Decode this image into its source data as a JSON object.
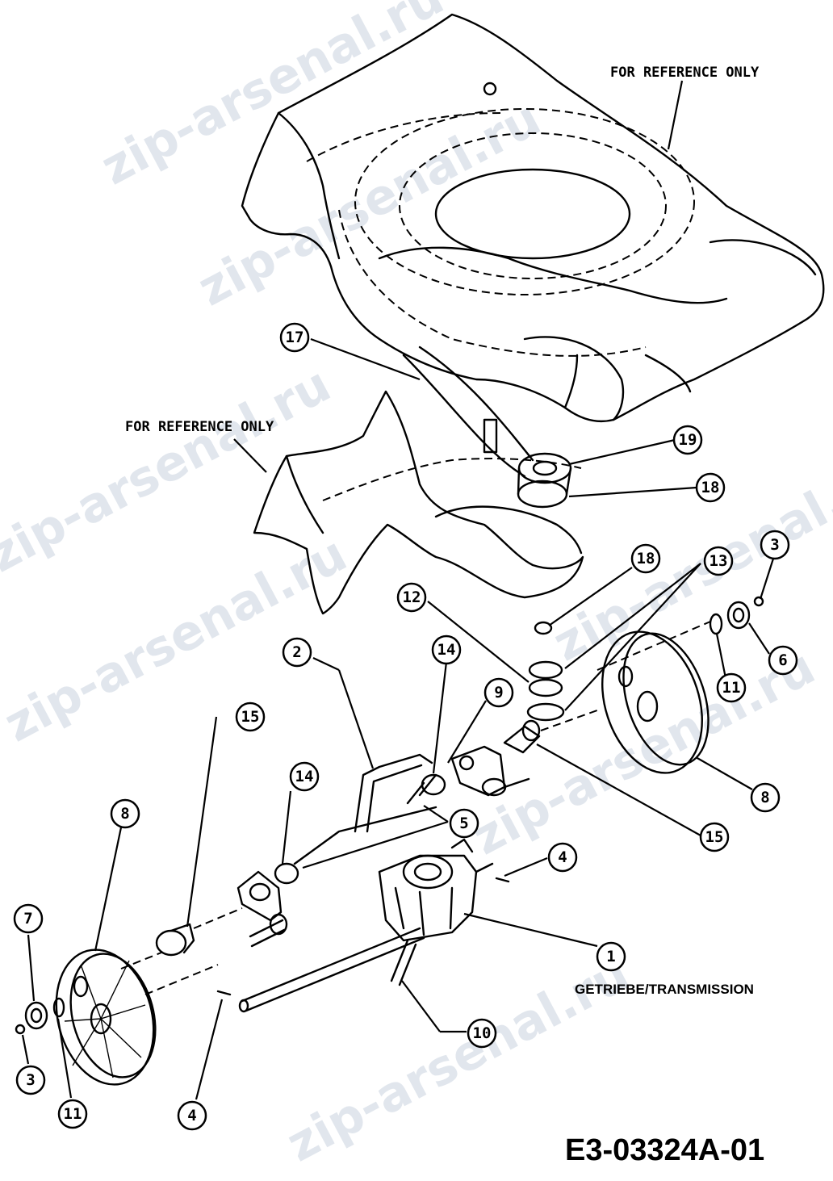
{
  "labels": {
    "ref_top": "FOR REFERENCE ONLY",
    "ref_left": "FOR REFERENCE ONLY",
    "transmission": "GETRIEBE/TRANSMISSION",
    "drawing_code": "E3-03324A-01",
    "watermark": "zip-arsenal.ru"
  },
  "callouts": [
    {
      "id": "c17",
      "text": "17"
    },
    {
      "id": "c19",
      "text": "19"
    },
    {
      "id": "c18a",
      "text": "18"
    },
    {
      "id": "c18b",
      "text": "18"
    },
    {
      "id": "c13",
      "text": "13"
    },
    {
      "id": "c3a",
      "text": "3"
    },
    {
      "id": "c12",
      "text": "12"
    },
    {
      "id": "c6a",
      "text": "6"
    },
    {
      "id": "c14a",
      "text": "14"
    },
    {
      "id": "c2",
      "text": "2"
    },
    {
      "id": "c9",
      "text": "9"
    },
    {
      "id": "c11a",
      "text": "11"
    },
    {
      "id": "c15a",
      "text": "15"
    },
    {
      "id": "c14b",
      "text": "14"
    },
    {
      "id": "c8a",
      "text": "8"
    },
    {
      "id": "c5",
      "text": "5"
    },
    {
      "id": "c8b",
      "text": "8"
    },
    {
      "id": "c15b",
      "text": "15"
    },
    {
      "id": "c4a",
      "text": "4"
    },
    {
      "id": "c1",
      "text": "1"
    },
    {
      "id": "c7",
      "text": "7"
    },
    {
      "id": "c10",
      "text": "10"
    },
    {
      "id": "c3b",
      "text": "3"
    },
    {
      "id": "c11b",
      "text": "11"
    },
    {
      "id": "c4b",
      "text": "4"
    }
  ]
}
